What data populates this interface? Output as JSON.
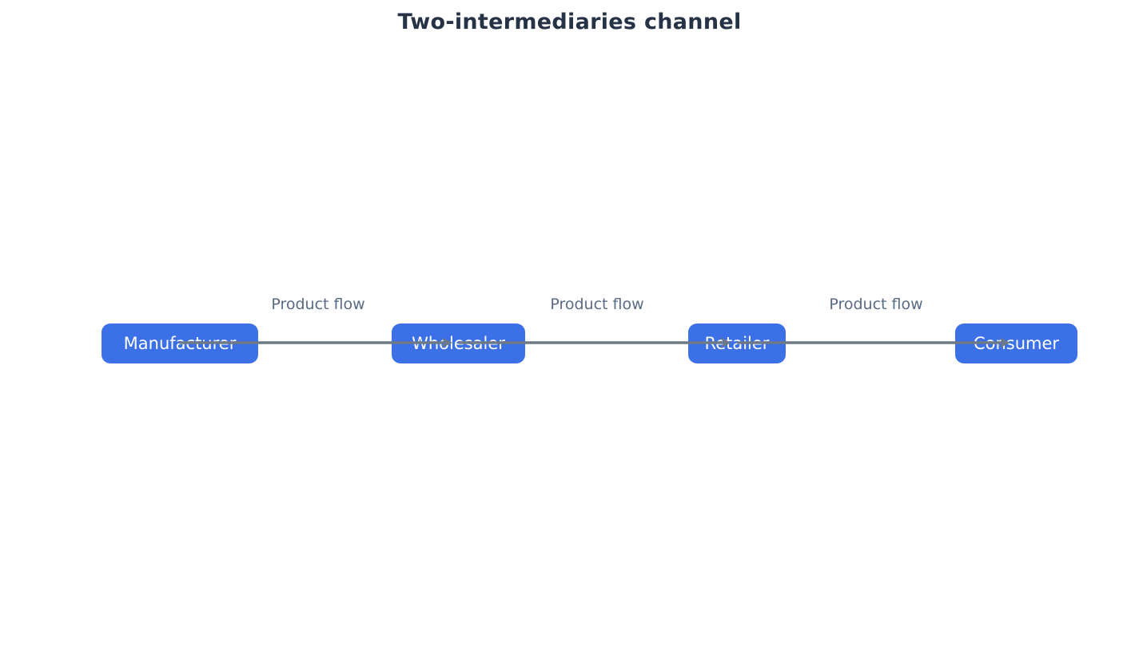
{
  "title": "Two-intermediaries channel",
  "colors": {
    "background": "#ffffff",
    "node_fill": "#3b70e6",
    "node_text": "#ffffff",
    "edge": "#6e7987",
    "edge_label_text": "#5a6b85",
    "title_text": "#263245"
  },
  "diagram": {
    "type": "flowchart",
    "direction": "left-to-right",
    "nodes": [
      {
        "id": "manufacturer",
        "label": "Manufacturer"
      },
      {
        "id": "wholesaler",
        "label": "Wholesaler"
      },
      {
        "id": "retailer",
        "label": "Retailer"
      },
      {
        "id": "consumer",
        "label": "Consumer"
      }
    ],
    "edges": [
      {
        "from": "manufacturer",
        "to": "wholesaler",
        "label": "Product flow"
      },
      {
        "from": "wholesaler",
        "to": "retailer",
        "label": "Product flow"
      },
      {
        "from": "retailer",
        "to": "consumer",
        "label": "Product flow"
      }
    ]
  }
}
